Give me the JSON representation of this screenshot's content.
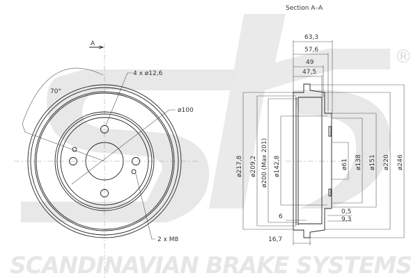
{
  "title": "Section  A–A",
  "section_marker": "A",
  "brand_watermark": "SCANDINAVIAN BRAKE SYSTEMS",
  "logo_text": "sbs",
  "registered_mark": "®",
  "front_view": {
    "angle": "70°",
    "bolt_holes": "4  x  ø12,6",
    "pcd": "ø100",
    "threads": "2  x  M8"
  },
  "section_view": {
    "widths": [
      "63,3",
      "57,6",
      "49",
      "47,5"
    ],
    "left_diameters": [
      "ø217,8",
      "ø209,2",
      "ø200  (Max 201)",
      "ø142,8"
    ],
    "right_diameters": [
      "ø61",
      "ø138",
      "ø151",
      "ø220",
      "ø246"
    ],
    "bottom_dims": [
      "6",
      "16,7",
      "0,5",
      "9,3"
    ]
  },
  "colors": {
    "watermark": "#e6e6e6",
    "line": "#222222"
  }
}
